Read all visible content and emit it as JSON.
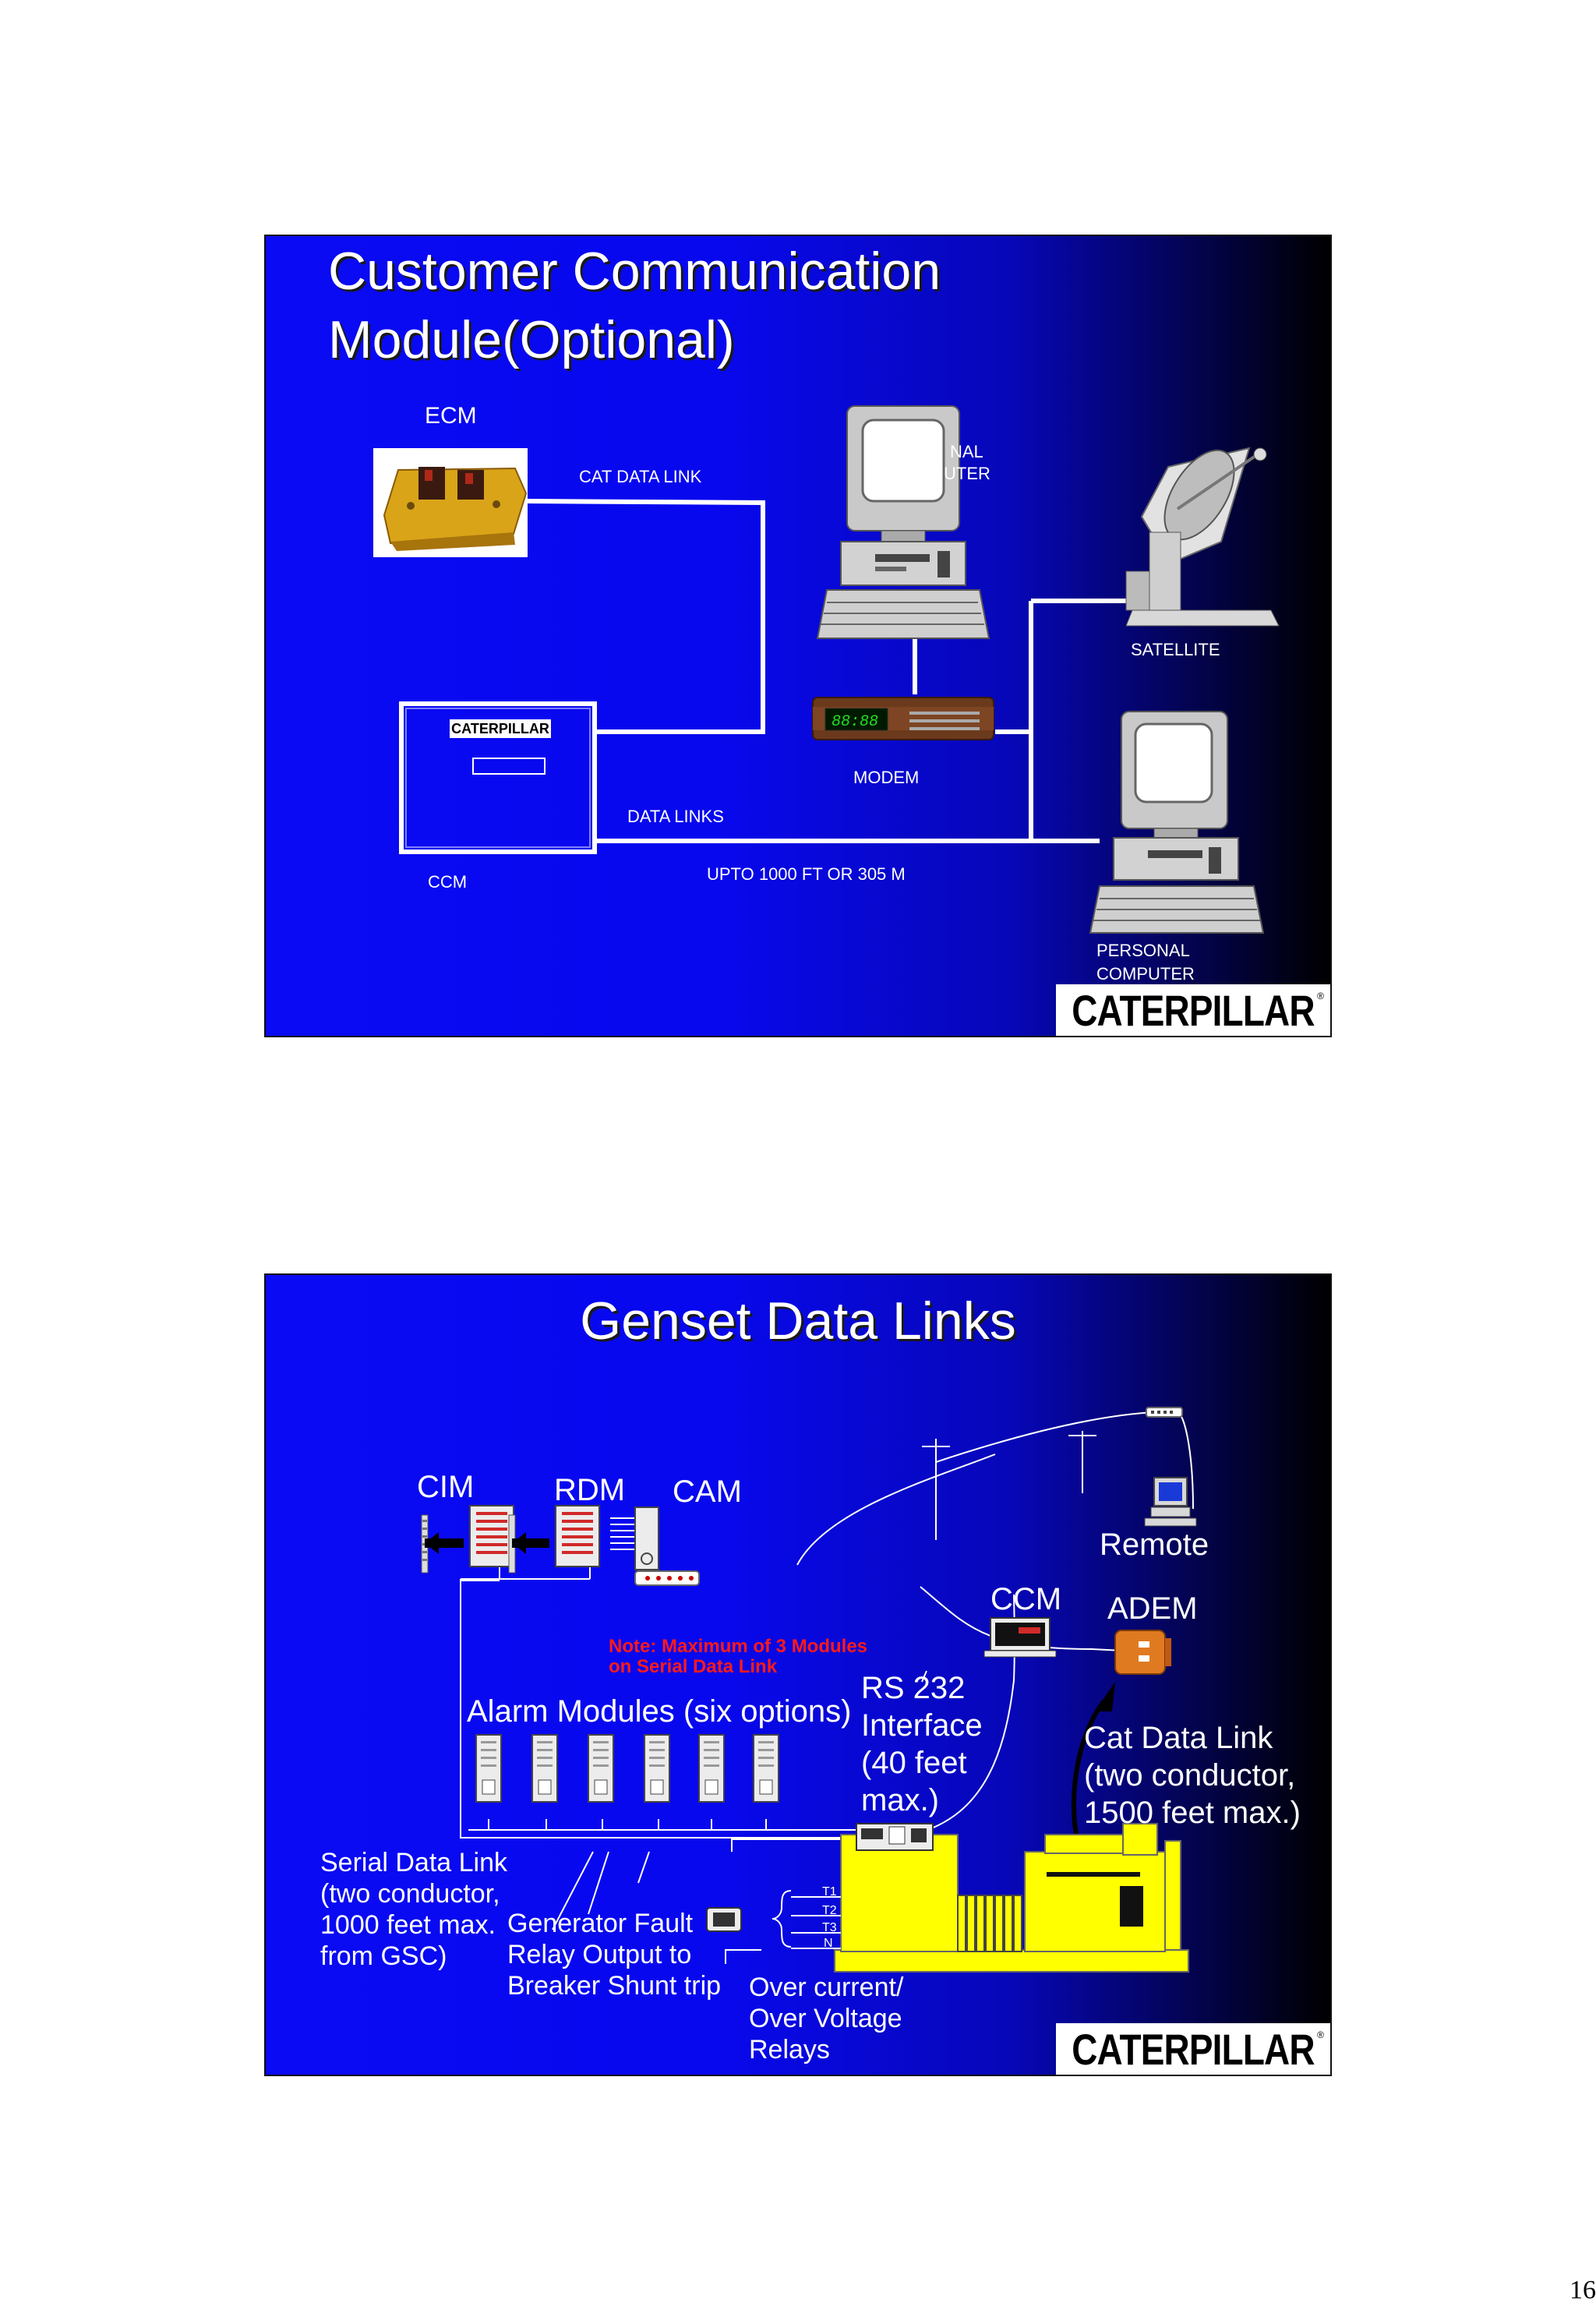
{
  "slide1": {
    "title_line1": "Customer Communication",
    "title_line2": "Module(Optional)",
    "labels": {
      "ecm": "ECM",
      "cat_data_link": "CAT DATA LINK",
      "personal_computer_partial_1": "NAL",
      "personal_computer_partial_2": "UTER",
      "satellite": "SATELLITE",
      "modem": "MODEM",
      "modem_display": "88:88",
      "data_links": "DATA  LINKS",
      "upto": "UPTO  1000 FT OR 305 M",
      "ccm": "CCM",
      "ccm_brand": "CATERPILLAR",
      "personal_computer_1": "PERSONAL",
      "personal_computer_2": "COMPUTER"
    },
    "logo": "CATERPILLAR"
  },
  "slide2": {
    "title": "Genset Data Links",
    "labels": {
      "cim": "CIM",
      "rdm": "RDM",
      "cam": "CAM",
      "remote": "Remote",
      "ccm": "CCM",
      "adem": "ADEM",
      "note": "Note: Maximum of 3 Modules\non Serial Data Link",
      "alarm_modules": "Alarm Modules (six options)",
      "rs232": "RS 232\nInterface\n(40 feet\nmax.)",
      "cat_data_link": "Cat Data Link\n(two conductor,\n1500 feet max.)",
      "serial_data_link": "Serial Data Link\n(two conductor,\n1000 feet max.\nfrom GSC)",
      "generator_fault": "Generator Fault\nRelay Output to\nBreaker Shunt trip",
      "over_current": "Over current/\nOver Voltage\nRelays",
      "t1": "T1",
      "t2": "T2",
      "t3": "T3",
      "n": "N"
    },
    "logo": "CATERPILLAR"
  },
  "page_number": "16"
}
